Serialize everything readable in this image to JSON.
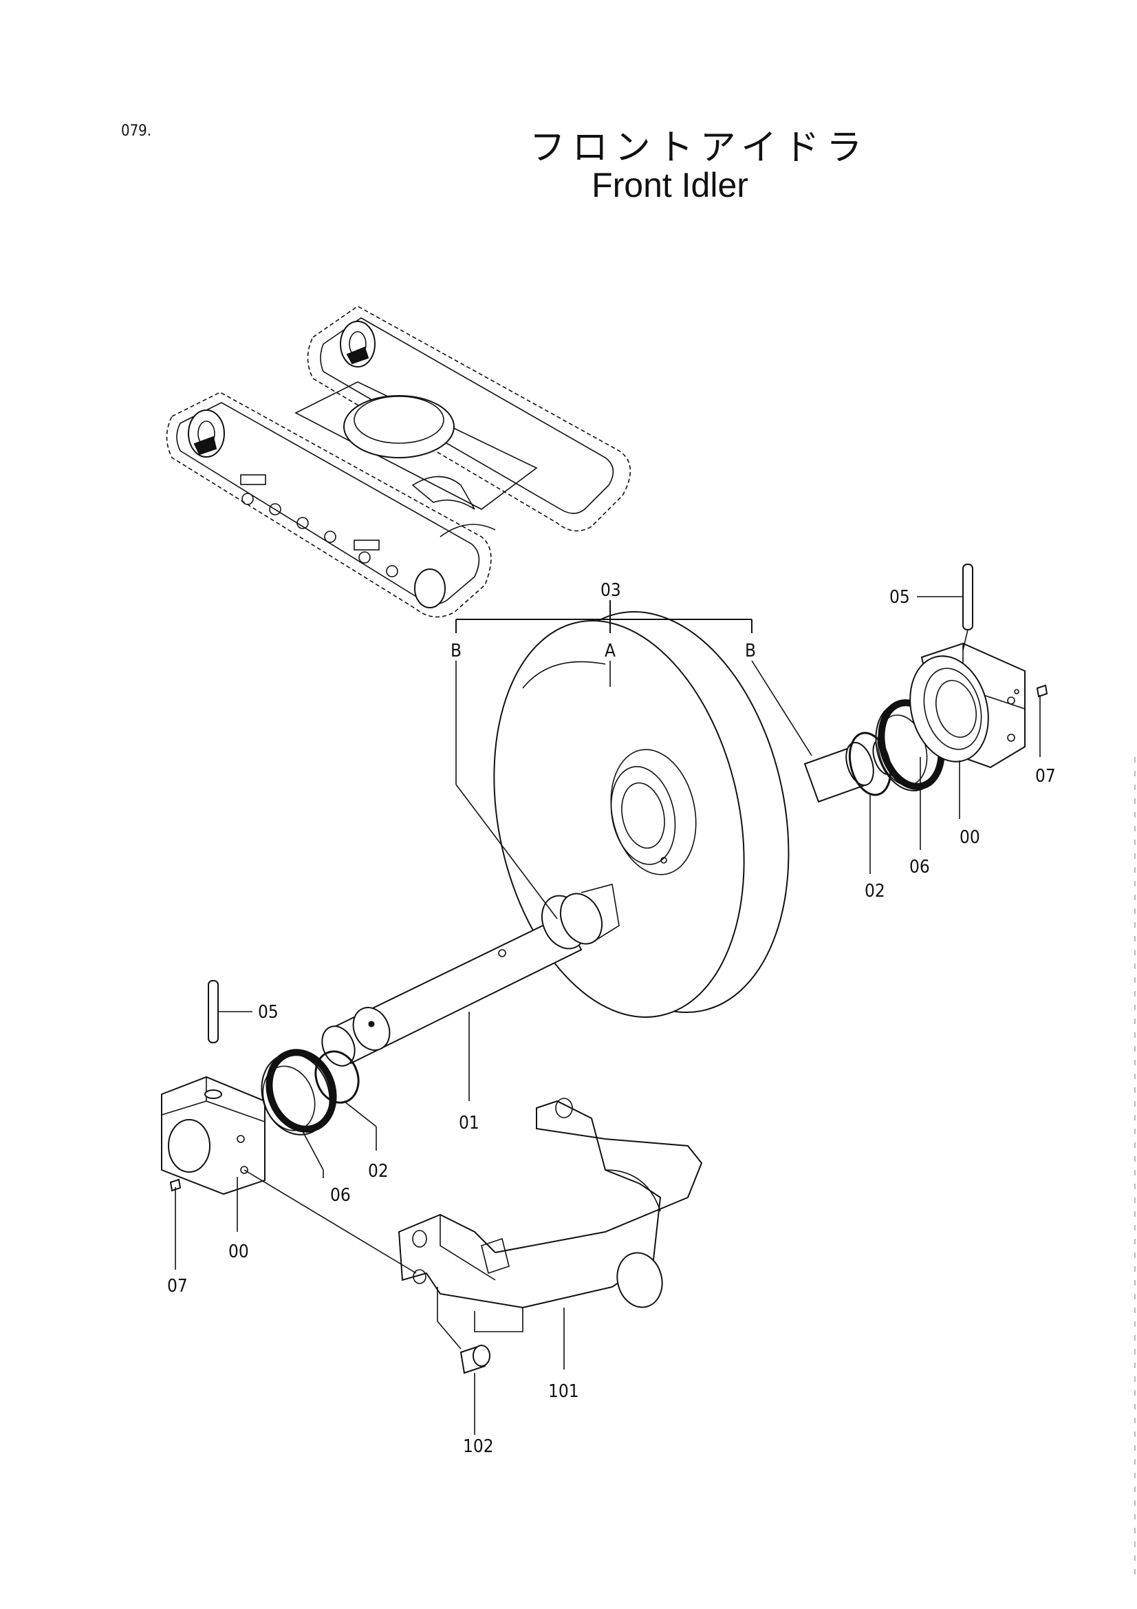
{
  "page": {
    "number": "079."
  },
  "title": {
    "jp": "フロントアイドラ",
    "en": "Front  Idler"
  },
  "callouts": {
    "03": "03",
    "A": "A",
    "B_left": "B",
    "B_right": "B",
    "05_right": "05",
    "07_right": "07",
    "00_right": "00",
    "06_right": "06",
    "02_right": "02",
    "05_left": "05",
    "06_left": "06",
    "02_left": "02",
    "01": "01",
    "07_left": "07",
    "00_left": "00",
    "101": "101",
    "102": "102"
  }
}
